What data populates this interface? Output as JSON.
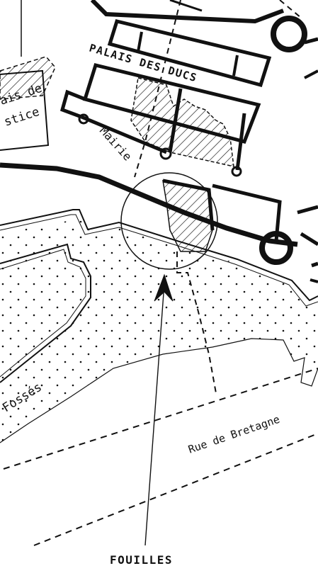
{
  "map": {
    "background_color": "#ffffff",
    "ink_color": "#111111",
    "labels": {
      "palais_des_ducs": "PALAIS DES DUCS",
      "palais_de_justice_line1": "ais de",
      "palais_de_justice_line2": "stice",
      "mairie": "Mairie",
      "fosses": "Fossés",
      "rue_de_bretagne": "Rue de Bretagne",
      "fouilles": "FOUILLES"
    }
  }
}
